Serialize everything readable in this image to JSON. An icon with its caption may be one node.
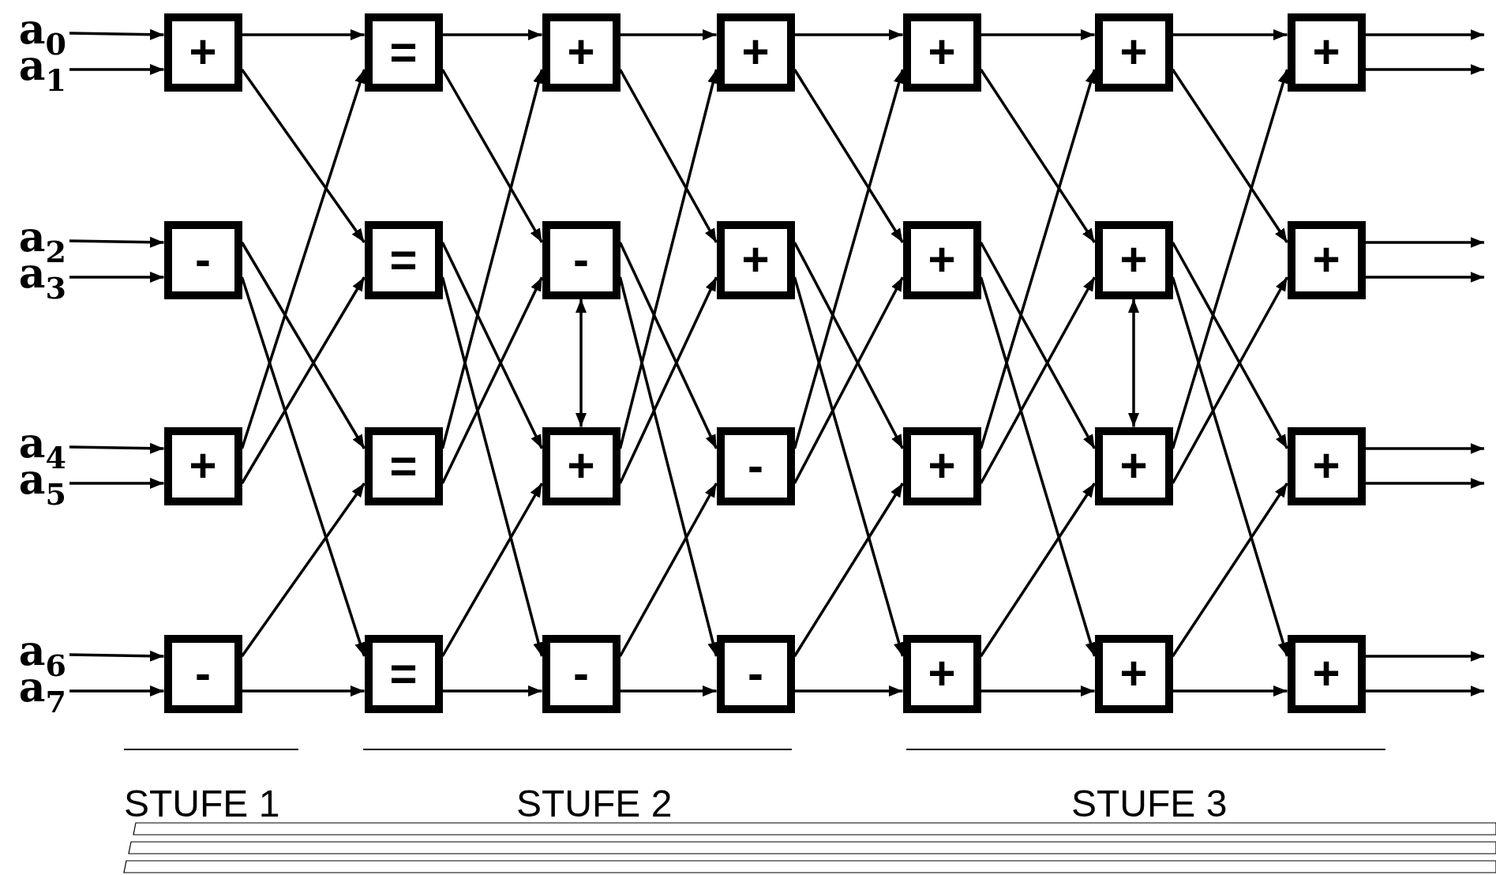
{
  "diagram": {
    "nodes": [
      {
        "text": [
          "a$_{0}$"
        ]
      },
      {
        "text": [
          "a$_{1}$"
        ]
      },
      {
        "text": [
          "a$_{2}$"
        ]
      },
      {
        "text": [
          "a$_{3}$"
        ]
      },
      {
        "text": [
          "a$_{4}$"
        ]
      },
      {
        "text": [
          "a$_{5}$"
        ]
      },
      {
        "text": [
          "a$_{6}$"
        ]
      },
      {
        "text": [
          "a$_{7}$"
        ]
      },
      {
        "text": [
          "+"
        ]
      },
      {
        "text": [
          "-"
        ]
      },
      {
        "text": [
          "+"
        ]
      },
      {
        "text": [
          "-"
        ]
      },
      {
        "text": [
          "="
        ]
      },
      {
        "text": [
          "="
        ]
      },
      {
        "text": [
          "="
        ]
      },
      {
        "text": [
          "="
        ]
      },
      {
        "text": [
          "+"
        ]
      },
      {
        "text": [
          "-"
        ]
      },
      {
        "text": [
          "+"
        ]
      },
      {
        "text": [
          "-"
        ]
      },
      {
        "text": [
          "+"
        ]
      },
      {
        "text": [
          "+"
        ]
      },
      {
        "text": [
          "-"
        ]
      },
      {
        "text": [
          "-"
        ]
      },
      {
        "text": [
          "+"
        ]
      },
      {
        "text": [
          "+"
        ]
      },
      {
        "text": [
          "+"
        ]
      },
      {
        "text": [
          "+"
        ]
      },
      {
        "text": [
          "+"
        ]
      },
      {
        "text": [
          "+"
        ]
      },
      {
        "text": [
          "+"
        ]
      },
      {
        "text": [
          "+"
        ]
      },
      {
        "text": [
          "+"
        ]
      },
      {
        "text": [
          "+"
        ]
      },
      {
        "text": [
          "+"
        ]
      },
      {
        "text": [
          "+"
        ]
      }
    ],
    "edges": [
      {
        "from": 0,
        "to": 8,
        "arrow": "to"
      },
      {
        "from": 1,
        "to": 8,
        "arrow": "to"
      },
      {
        "from": 2,
        "to": 9,
        "arrow": "to"
      },
      {
        "from": 3,
        "to": 9,
        "arrow": "to"
      },
      {
        "from": 4,
        "to": 10,
        "arrow": "to"
      },
      {
        "from": 5,
        "to": 10,
        "arrow": "to"
      },
      {
        "from": 6,
        "to": 11,
        "arrow": "to"
      },
      {
        "from": 7,
        "to": 11,
        "arrow": "to"
      },
      {
        "from": 8,
        "to": 12,
        "arrow": "to"
      },
      {
        "from": 8,
        "to": 13,
        "arrow": "to"
      },
      {
        "from": 9,
        "to": 14,
        "arrow": "to"
      },
      {
        "from": 9,
        "to": 15,
        "arrow": "to"
      },
      {
        "from": 10,
        "to": 12,
        "arrow": "to"
      },
      {
        "from": 10,
        "to": 13,
        "arrow": "to"
      },
      {
        "from": 11,
        "to": 14,
        "arrow": "to"
      },
      {
        "from": 11,
        "to": 15,
        "arrow": "to"
      },
      {
        "from": 12,
        "to": 16,
        "arrow": "to"
      },
      {
        "from": 12,
        "to": 17,
        "arrow": "to"
      },
      {
        "from": 13,
        "to": 18,
        "arrow": "to"
      },
      {
        "from": 13,
        "to": 19,
        "arrow": "to"
      },
      {
        "from": 14,
        "to": 16,
        "arrow": "to"
      },
      {
        "from": 14,
        "to": 17,
        "arrow": "to"
      },
      {
        "from": 15,
        "to": 18,
        "arrow": "to"
      },
      {
        "from": 15,
        "to": 19,
        "arrow": "to"
      },
      {
        "from": 16,
        "to": 20,
        "arrow": "to"
      },
      {
        "from": 16,
        "to": 21,
        "arrow": "to"
      },
      {
        "from": 17,
        "to": 22,
        "arrow": "to"
      },
      {
        "from": 17,
        "to": 23,
        "arrow": "to"
      },
      {
        "from": 18,
        "to": 20,
        "arrow": "to"
      },
      {
        "from": 18,
        "to": 21,
        "arrow": "to"
      },
      {
        "from": 19,
        "to": 22,
        "arrow": "to"
      },
      {
        "from": 19,
        "to": 23,
        "arrow": "to"
      },
      {
        "from": 20,
        "to": 24,
        "arrow": "to"
      },
      {
        "from": 20,
        "to": 25,
        "arrow": "to"
      },
      {
        "from": 21,
        "to": 26,
        "arrow": "to"
      },
      {
        "from": 21,
        "to": 27,
        "arrow": "to"
      },
      {
        "from": 22,
        "to": 24,
        "arrow": "to"
      },
      {
        "from": 22,
        "to": 25,
        "arrow": "to"
      },
      {
        "from": 23,
        "to": 26,
        "arrow": "to"
      },
      {
        "from": 23,
        "to": 27,
        "arrow": "to"
      },
      {
        "from": 24,
        "to": 28,
        "arrow": "to"
      },
      {
        "from": 24,
        "to": 29,
        "arrow": "to"
      },
      {
        "from": 25,
        "to": 30,
        "arrow": "to"
      },
      {
        "from": 25,
        "to": 31,
        "arrow": "to"
      },
      {
        "from": 26,
        "to": 28,
        "arrow": "to"
      },
      {
        "from": 26,
        "to": 29,
        "arrow": "to"
      },
      {
        "from": 27,
        "to": 30,
        "arrow": "to"
      },
      {
        "from": 27,
        "to": 31,
        "arrow": "to"
      },
      {
        "from": 28,
        "to": 32,
        "arrow": "to"
      },
      {
        "from": 28,
        "to": 33,
        "arrow": "to"
      },
      {
        "from": 29,
        "to": 34,
        "arrow": "to"
      },
      {
        "from": 29,
        "to": 35,
        "arrow": "to"
      },
      {
        "from": 30,
        "to": 32,
        "arrow": "to"
      },
      {
        "from": 30,
        "to": 33,
        "arrow": "to"
      },
      {
        "from": 31,
        "to": 34,
        "arrow": "to"
      },
      {
        "from": 31,
        "to": 35,
        "arrow": "to"
      },
      {
        "from": 32,
        "to": null,
        "arrow": "to"
      },
      {
        "from": 32,
        "to": null,
        "arrow": "to"
      },
      {
        "from": 33,
        "to": null,
        "arrow": "to"
      },
      {
        "from": 33,
        "to": null,
        "arrow": "to"
      },
      {
        "from": 34,
        "to": null,
        "arrow": "to"
      },
      {
        "from": 34,
        "to": null,
        "arrow": "to"
      },
      {
        "from": 35,
        "to": null,
        "arrow": "to"
      },
      {
        "from": 35,
        "to": null,
        "arrow": "to"
      },
      {
        "from": 17,
        "to": 18,
        "arrow": "both"
      },
      {
        "from": 29,
        "to": 30,
        "arrow": "both"
      }
    ],
    "labels": [
      "STUFE 1",
      "STUFE 2",
      "STUFE 3"
    ]
  }
}
